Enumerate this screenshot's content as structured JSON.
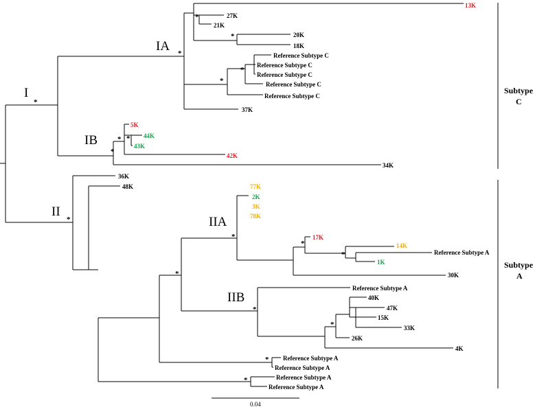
{
  "colors": {
    "red": "#e8191f",
    "green": "#16a44a",
    "yellow": "#f5ad00",
    "black": "#000000"
  },
  "clades": {
    "I": "I",
    "IA": "IA",
    "IB": "IB",
    "II": "II",
    "IIA": "IIA",
    "IIB": "IIB"
  },
  "support_marker": "*",
  "subtypes": {
    "c": {
      "line1": "Subtype",
      "line2": "C"
    },
    "a": {
      "line1": "Subtype",
      "line2": "A"
    }
  },
  "scale_bar": {
    "label": "0.04"
  },
  "leaves": {
    "k13": {
      "label": "13K",
      "color": "red"
    },
    "k27": {
      "label": "27K",
      "color": "black"
    },
    "k21": {
      "label": "21K",
      "color": "black"
    },
    "k20": {
      "label": "20K",
      "color": "black"
    },
    "k18": {
      "label": "18K",
      "color": "black"
    },
    "refC1": {
      "label": "Reference Subtype C",
      "color": "black"
    },
    "refC2": {
      "label": "Reference Subtype C",
      "color": "black"
    },
    "refC3": {
      "label": "Reference Subtype C",
      "color": "black"
    },
    "refC4": {
      "label": "Reference Subtype C",
      "color": "black"
    },
    "refC5": {
      "label": "Reference Subtype C",
      "color": "black"
    },
    "k37": {
      "label": "37K",
      "color": "black"
    },
    "k5": {
      "label": "5K",
      "color": "red"
    },
    "k44": {
      "label": "44K",
      "color": "green"
    },
    "k43": {
      "label": "43K",
      "color": "green"
    },
    "k42": {
      "label": "42K",
      "color": "red"
    },
    "k34": {
      "label": "34K",
      "color": "black"
    },
    "k36": {
      "label": "36K",
      "color": "black"
    },
    "k48": {
      "label": "48K",
      "color": "black"
    },
    "k77": {
      "label": "77K",
      "color": "yellow"
    },
    "k2": {
      "label": "2K",
      "color": "green"
    },
    "k3": {
      "label": "3K",
      "color": "yellow"
    },
    "k78": {
      "label": "78K",
      "color": "yellow"
    },
    "k17": {
      "label": "17K",
      "color": "red"
    },
    "k14": {
      "label": "14K",
      "color": "yellow"
    },
    "refA1": {
      "label": "Reference Subtype A",
      "color": "black"
    },
    "k1": {
      "label": "1K",
      "color": "green"
    },
    "k30": {
      "label": "30K",
      "color": "black"
    },
    "refA2": {
      "label": "Reference Subtype A",
      "color": "black"
    },
    "k40": {
      "label": "40K",
      "color": "black"
    },
    "k47": {
      "label": "47K",
      "color": "black"
    },
    "k15": {
      "label": "15K",
      "color": "black"
    },
    "k33": {
      "label": "33K",
      "color": "black"
    },
    "k26": {
      "label": "26K",
      "color": "black"
    },
    "k4": {
      "label": "4K",
      "color": "black"
    },
    "refA3": {
      "label": "Reference Subtype A",
      "color": "black"
    },
    "refA4": {
      "label": "Reference Subtype A",
      "color": "black"
    },
    "refA5": {
      "label": "Reference Subtype A",
      "color": "black"
    },
    "refA6": {
      "label": "Reference Subtype A",
      "color": "black"
    }
  }
}
